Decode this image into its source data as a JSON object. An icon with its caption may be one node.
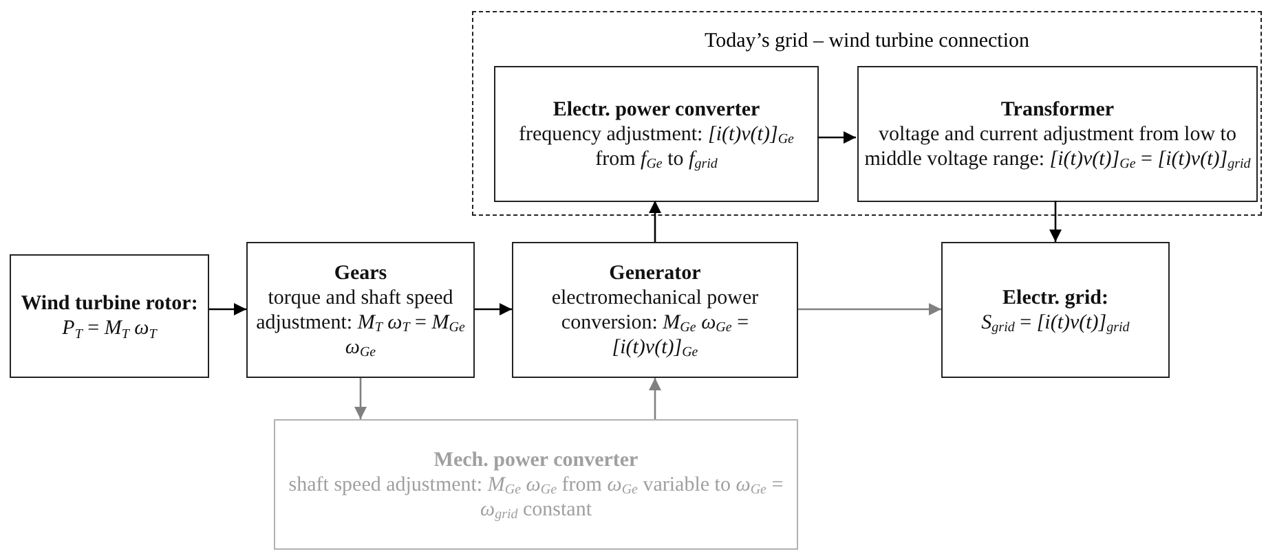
{
  "diagram": {
    "nodes": [
      {
        "text": [
          "Today’s grid – wind turbine connection"
        ]
      },
      {
        "text": [
          "Electr. power converter",
          "frequency adjustment: *[i(t)v(t)]*$_{Ge}$ from *f*$_{Ge}$ to *f*$_{grid}$"
        ],
        "in": 0
      },
      {
        "text": [
          "Transformer",
          "voltage and current adjustment from low to middle voltage range: *[i(t)v(t)]*$_{Ge}$ = *[i(t)v(t)]*$_{grid}$"
        ],
        "in": 0
      },
      {
        "text": [
          "Wind turbine rotor:",
          "*P*$_{T}$ = *M*$_{T}$ *ω*$_{T}$"
        ]
      },
      {
        "text": [
          "Gears",
          "torque and shaft speed adjustment: *M*$_{T}$ *ω*$_{T}$ = *M*$_{Ge}$ *ω*$_{Ge}$"
        ]
      },
      {
        "text": [
          "Generator",
          "electromechanical power conversion: *M*$_{Ge}$ *ω*$_{Ge}$ = *[i(t)v(t)]*$_{Ge}$"
        ]
      },
      {
        "text": [
          "Electr. grid:",
          "*S*$_{grid}$ = *[i(t)v(t)]*$_{grid}$"
        ]
      },
      {
        "text": [
          "Mech. power converter",
          "shaft speed adjustment: *M*$_{Ge}$ *ω*$_{Ge}$ from *ω*$_{Ge}$ variable to *ω*$_{Ge}$ = *ω*$_{grid}$ constant"
        ]
      }
    ],
    "edges": [
      {
        "from": 3,
        "to": 4,
        "arrow": "to"
      },
      {
        "from": 4,
        "to": 5,
        "arrow": "to"
      },
      {
        "from": 4,
        "to": 7,
        "arrow": "to",
        "color": "#808080"
      },
      {
        "from": 7,
        "to": 5,
        "arrow": "to",
        "color": "#808080"
      },
      {
        "from": 5,
        "to": 1,
        "arrow": "to"
      },
      {
        "from": 1,
        "to": 2,
        "arrow": "to"
      },
      {
        "from": 2,
        "to": 6,
        "arrow": "to"
      },
      {
        "from": 5,
        "to": 6,
        "arrow": "to",
        "color": "#808080"
      }
    ]
  }
}
